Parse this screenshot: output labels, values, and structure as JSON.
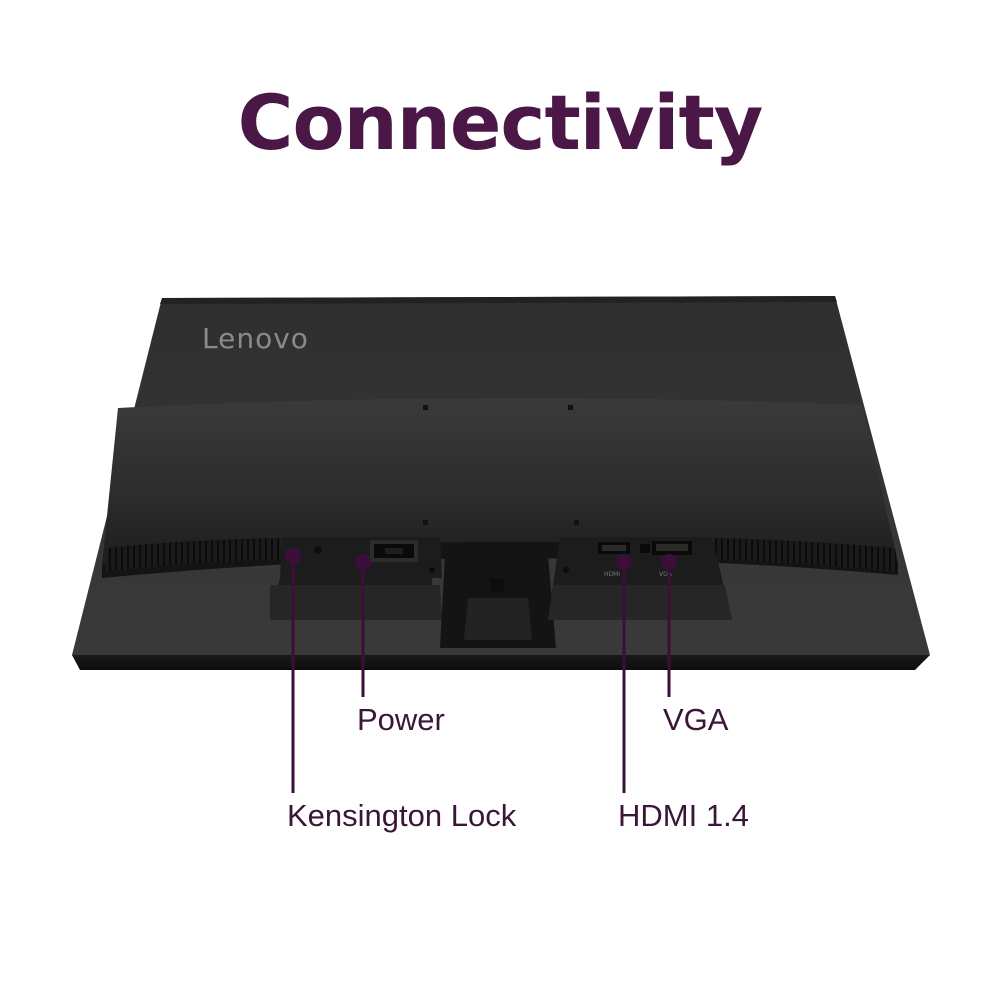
{
  "heading": "Connectivity",
  "brand_logo": "Lenovo",
  "callouts": [
    {
      "key": "power",
      "label": "Power"
    },
    {
      "key": "vga",
      "label": "VGA"
    },
    {
      "key": "kensington",
      "label": "Kensington Lock"
    },
    {
      "key": "hdmi",
      "label": "HDMI 1.4"
    }
  ],
  "port_icon_marks": [
    "HDMI",
    "VGA"
  ],
  "colors": {
    "accent": "#4a1747",
    "callout_dot": "#3b0f3a",
    "monitor_body": "#2a2a2a",
    "background": "#ffffff"
  }
}
